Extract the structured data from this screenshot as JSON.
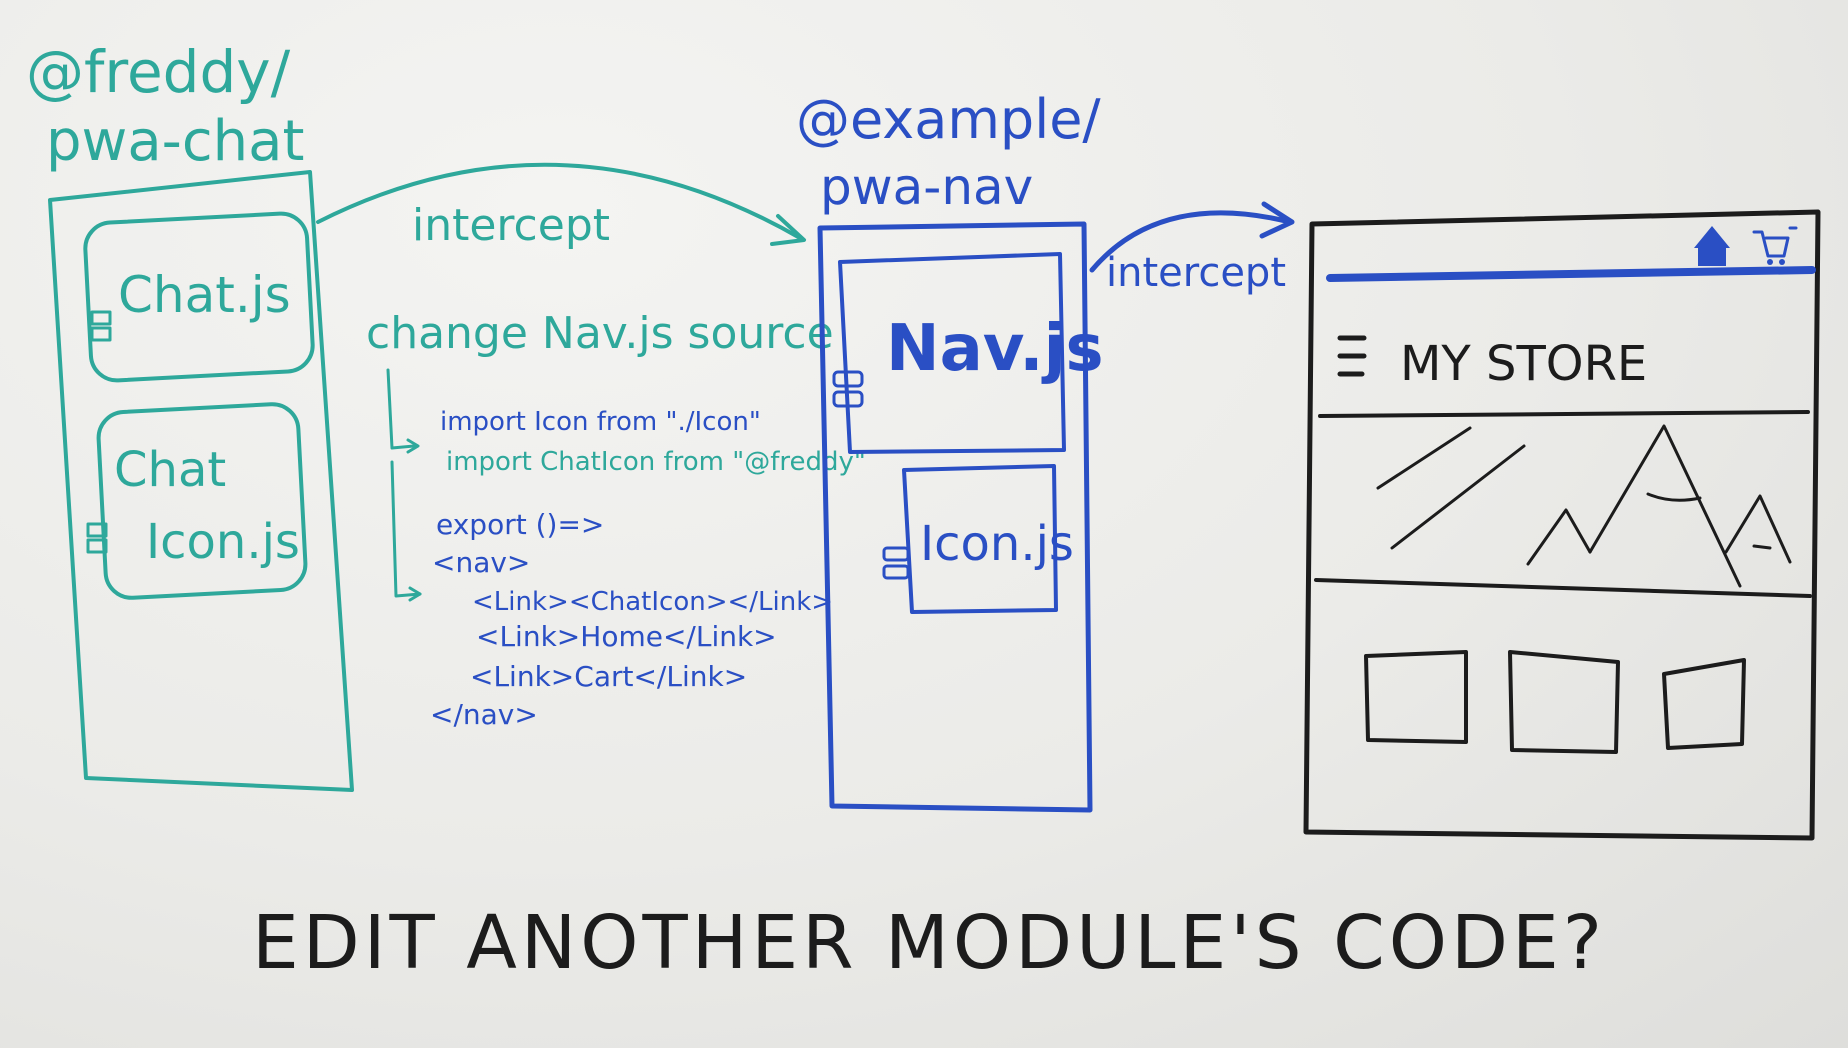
{
  "modules": {
    "freddy": {
      "scope": "@freddy/",
      "name": "pwa-chat",
      "components": [
        "Chat.js",
        "Chat",
        "Icon.js"
      ]
    },
    "example": {
      "scope": "@example/",
      "name": "pwa-nav",
      "components": [
        "Nav.js",
        "Icon.js"
      ]
    }
  },
  "arrows": {
    "intercept_1": "intercept",
    "intercept_2": "intercept"
  },
  "change_note": "change Nav.js source",
  "code_lines": [
    "import Icon from \"./Icon\"",
    "import ChatIcon from \"@freddy\"",
    "export ()=>",
    "<nav>",
    "<Link><ChatIcon></Link>",
    "<Link>Home</Link>",
    "<Link>Cart</Link>",
    "</nav>"
  ],
  "store_mockup": {
    "title": "MY STORE",
    "icons": [
      "home-icon",
      "cart-icon",
      "hamburger-menu-icon"
    ],
    "product_tiles": 3
  },
  "question": "EDIT ANOTHER MODULE'S CODE?",
  "colors": {
    "teal_marker": "#2ea89b",
    "blue_marker": "#2a4fc4",
    "black_marker": "#1c1c1c",
    "board": "#ebebe8"
  }
}
